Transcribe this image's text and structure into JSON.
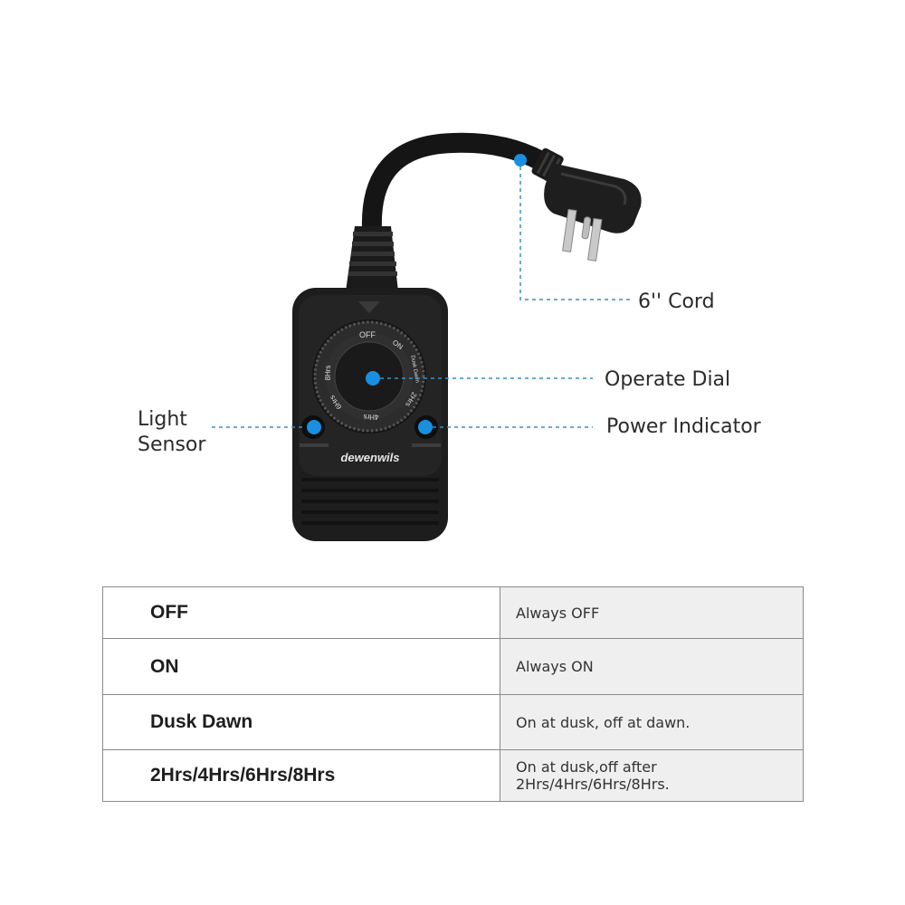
{
  "device": {
    "brand": "dewenwils",
    "dial_labels": {
      "off": "OFF",
      "on": "ON",
      "dusk_dawn": "Dusk Dawn",
      "h2": "2Hrs",
      "h4": "4Hrs",
      "h6": "6Hrs",
      "h8": "8Hrs"
    }
  },
  "callouts": {
    "cord": "6'' Cord",
    "dial": "Operate Dial",
    "indicator": "Power Indicator",
    "sensor_line1": "Light",
    "sensor_line2": "Sensor"
  },
  "colors": {
    "accent_dot": "#1a8fe0",
    "device_body": "#1d1d1d",
    "leader_line": "#3a8ec4",
    "table_shade": "#efefef"
  },
  "modes": [
    {
      "mode": "OFF",
      "description": "Always OFF"
    },
    {
      "mode": "ON",
      "description": "Always ON"
    },
    {
      "mode": "Dusk Dawn",
      "description": "On at dusk, off at dawn."
    },
    {
      "mode": "2Hrs/4Hrs/6Hrs/8Hrs",
      "description": "On at dusk,off after 2Hrs/4Hrs/6Hrs/8Hrs."
    }
  ]
}
